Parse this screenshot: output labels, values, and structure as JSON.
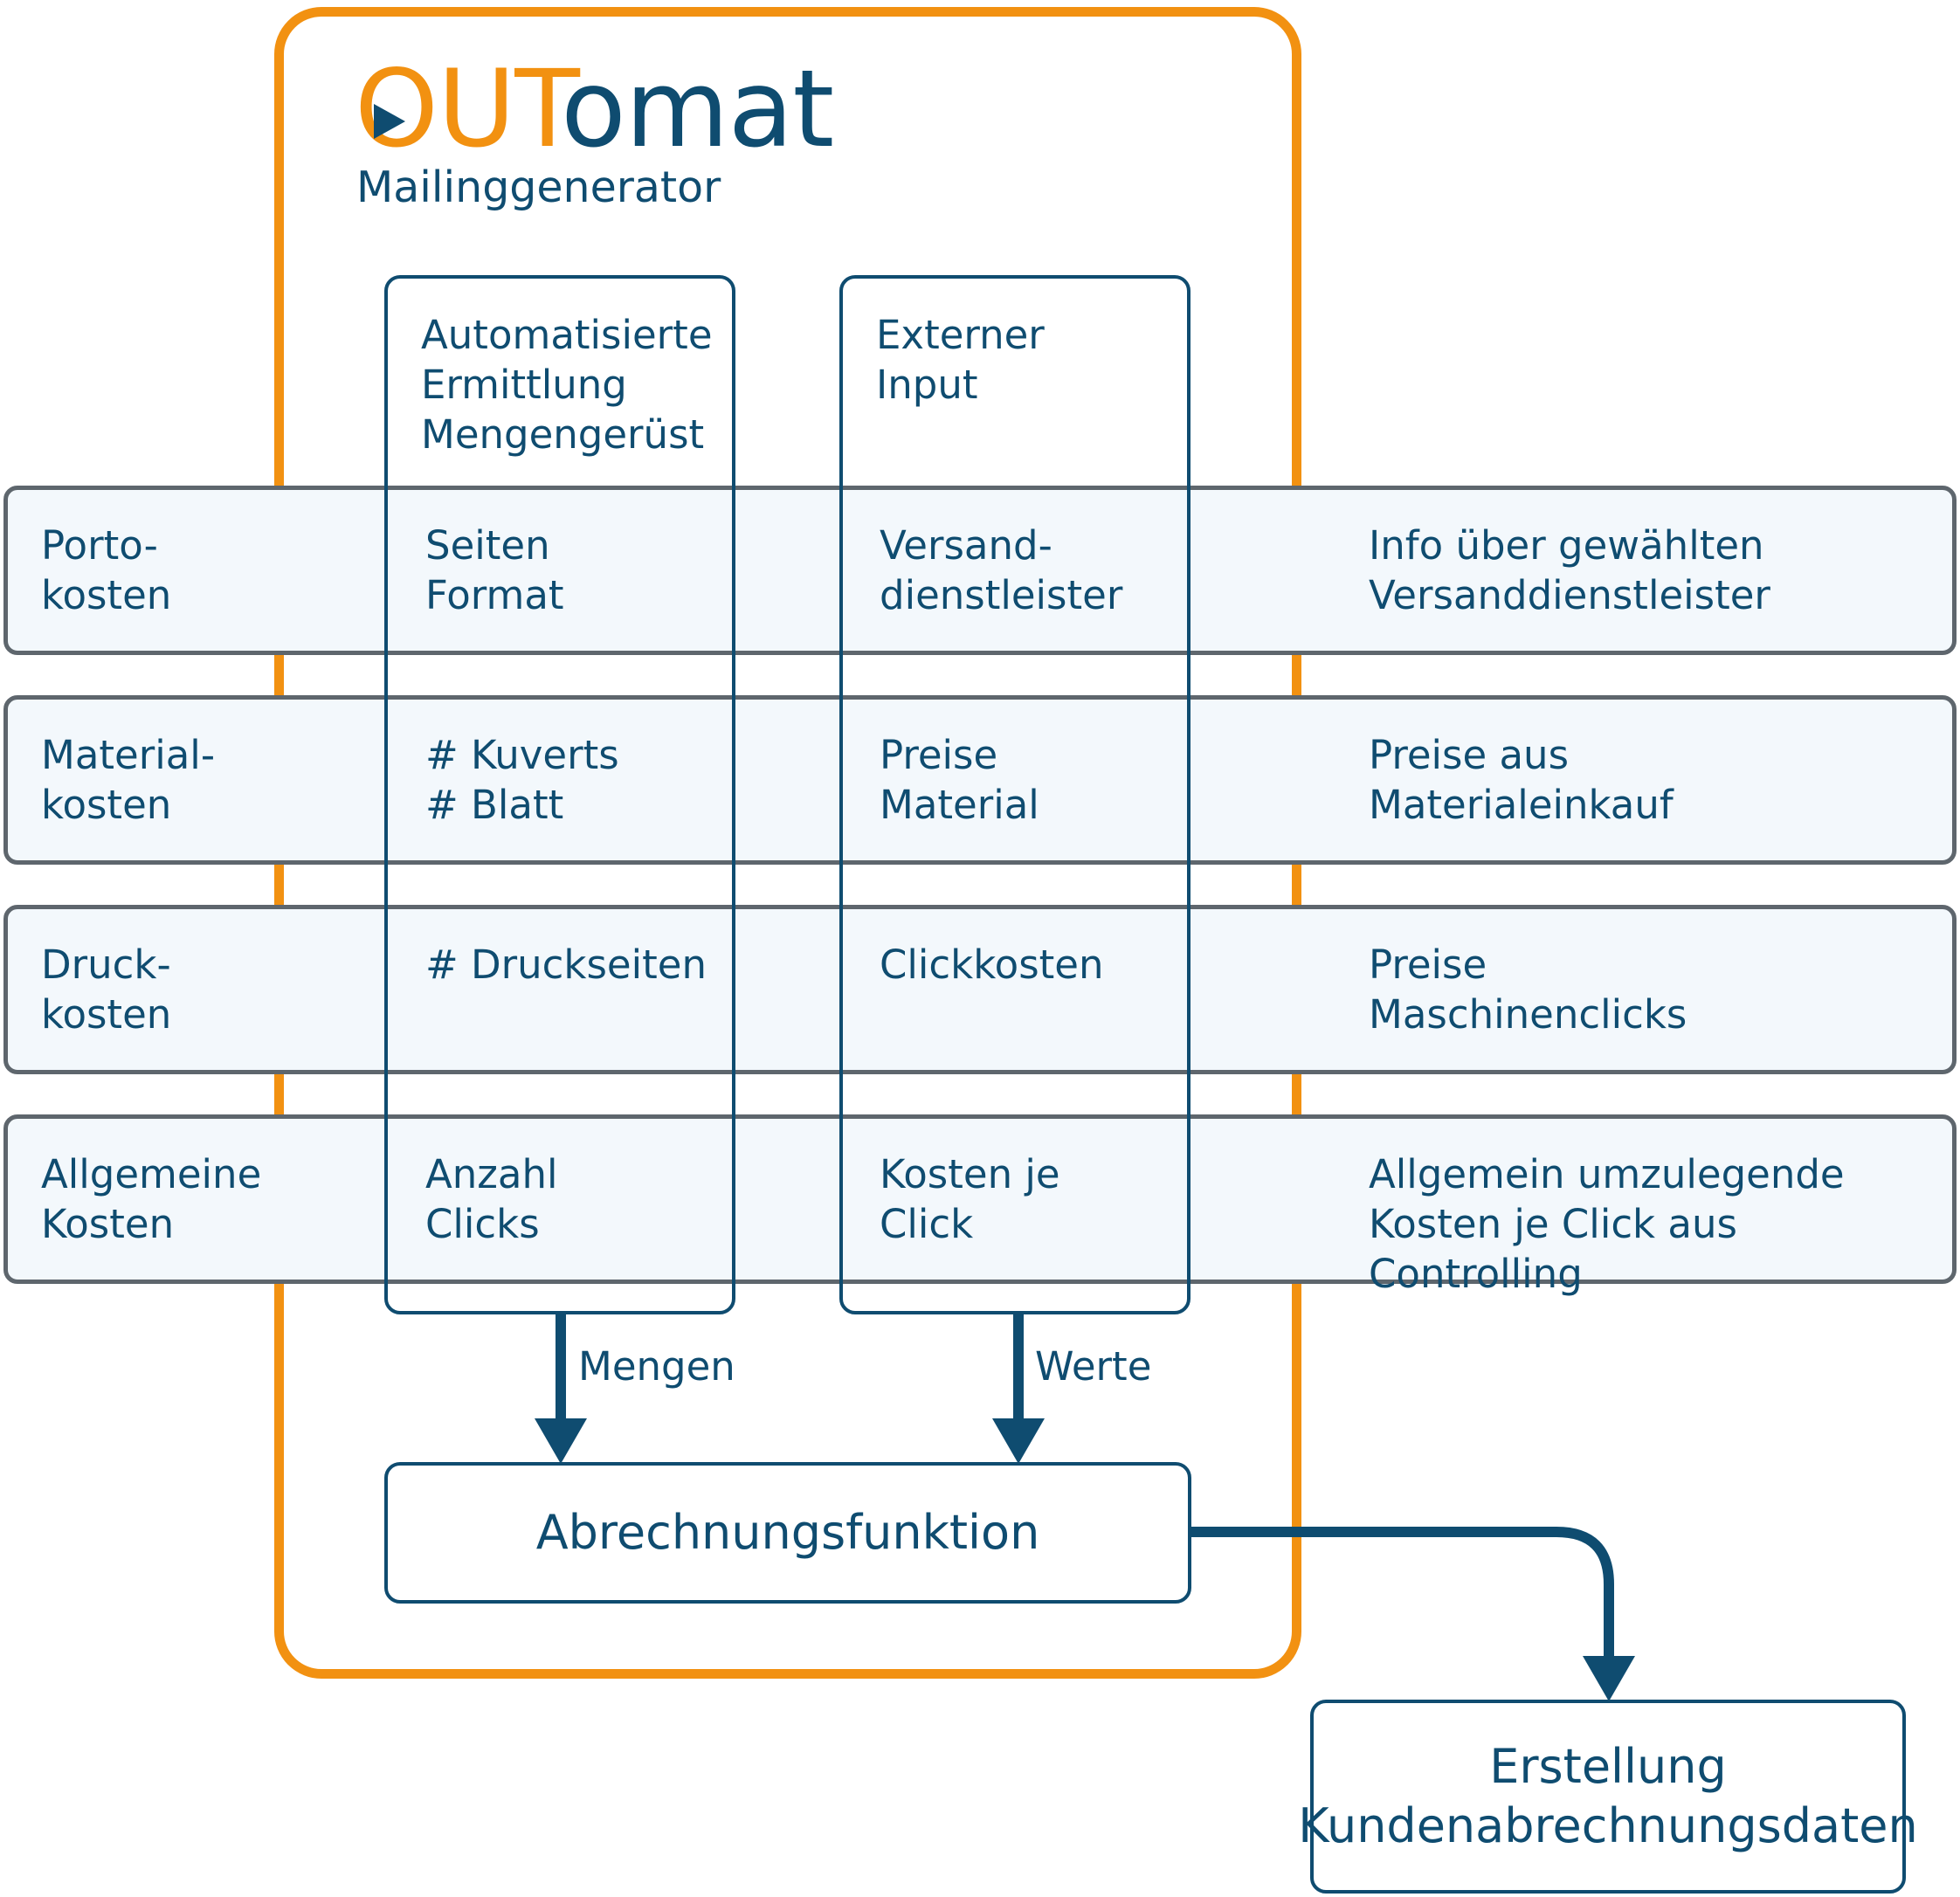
{
  "logo": {
    "word_part1": "OUT",
    "word_part2": "omat",
    "subtitle": "Mailinggenerator",
    "play_icon": "play-triangle-icon"
  },
  "columns": [
    {
      "header": "Automatisierte\nErmittlung\nMengengerüst"
    },
    {
      "header": "Externer\nInput"
    }
  ],
  "rows": [
    {
      "label": "Porto-\nkosten",
      "col1": "Seiten\nFormat",
      "col2": "Versand-\ndienstleister",
      "source": "Info über gewählten\nVersanddienstleister"
    },
    {
      "label": "Material-\nkosten",
      "col1": "# Kuverts\n# Blatt",
      "col2": "Preise\nMaterial",
      "source": "Preise aus\nMaterialeinkauf"
    },
    {
      "label": "Druck-\nkosten",
      "col1": "# Druckseiten",
      "col2": "Clickkosten",
      "source": "Preise\nMaschinenclicks"
    },
    {
      "label": "Allgemeine\nKosten",
      "col1": "Anzahl\nClicks",
      "col2": "Kosten je\nClick",
      "source": "Allgemein umzulegende\nKosten je Click aus Controlling"
    }
  ],
  "arrows": {
    "mengen": "Mengen",
    "werte": "Werte"
  },
  "billing_function": "Abrechnungsfunktion",
  "output_box": "Erstellung\nKundenabrechnungsdaten",
  "colors": {
    "orange": "#f29111",
    "navy": "#0f4c70",
    "row_fill": "#f3f8fc",
    "row_border": "#5e666d"
  }
}
